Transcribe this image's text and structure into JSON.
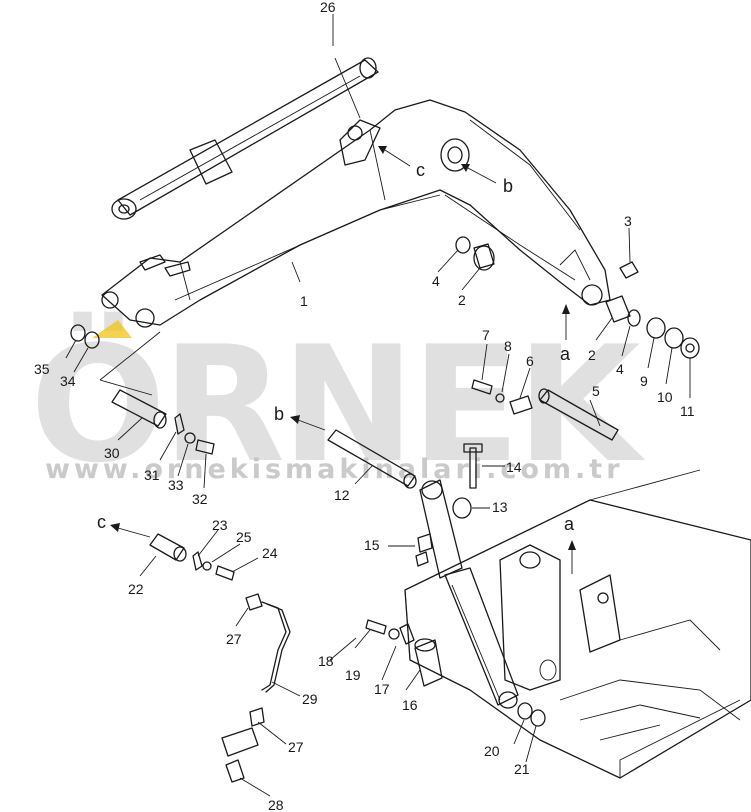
{
  "watermark": {
    "brand": "ÖRNEK",
    "url": "www.ornekismakinalari.com.tr",
    "accent_color": "#f2c418",
    "text_color": "#c8c8c8"
  },
  "reference_letters": {
    "a_bottom": "a",
    "a_right": "a",
    "b_top": "b",
    "b_mid": "b",
    "c_top": "c",
    "c_left": "c"
  },
  "callouts": {
    "n1": "1",
    "n2a": "2",
    "n2b": "2",
    "n3": "3",
    "n4a": "4",
    "n4b": "4",
    "n5": "5",
    "n6": "6",
    "n7": "7",
    "n8": "8",
    "n9": "9",
    "n10": "10",
    "n11": "11",
    "n12": "12",
    "n13": "13",
    "n14": "14",
    "n15": "15",
    "n16": "16",
    "n17": "17",
    "n18": "18",
    "n19": "19",
    "n20": "20",
    "n21": "21",
    "n22": "22",
    "n23": "23",
    "n24": "24",
    "n25": "25",
    "n26": "26",
    "n27a": "27",
    "n27b": "27",
    "n28": "28",
    "n29": "29",
    "n30": "30",
    "n31": "31",
    "n32": "32",
    "n33": "33",
    "n34": "34",
    "n35": "35"
  }
}
